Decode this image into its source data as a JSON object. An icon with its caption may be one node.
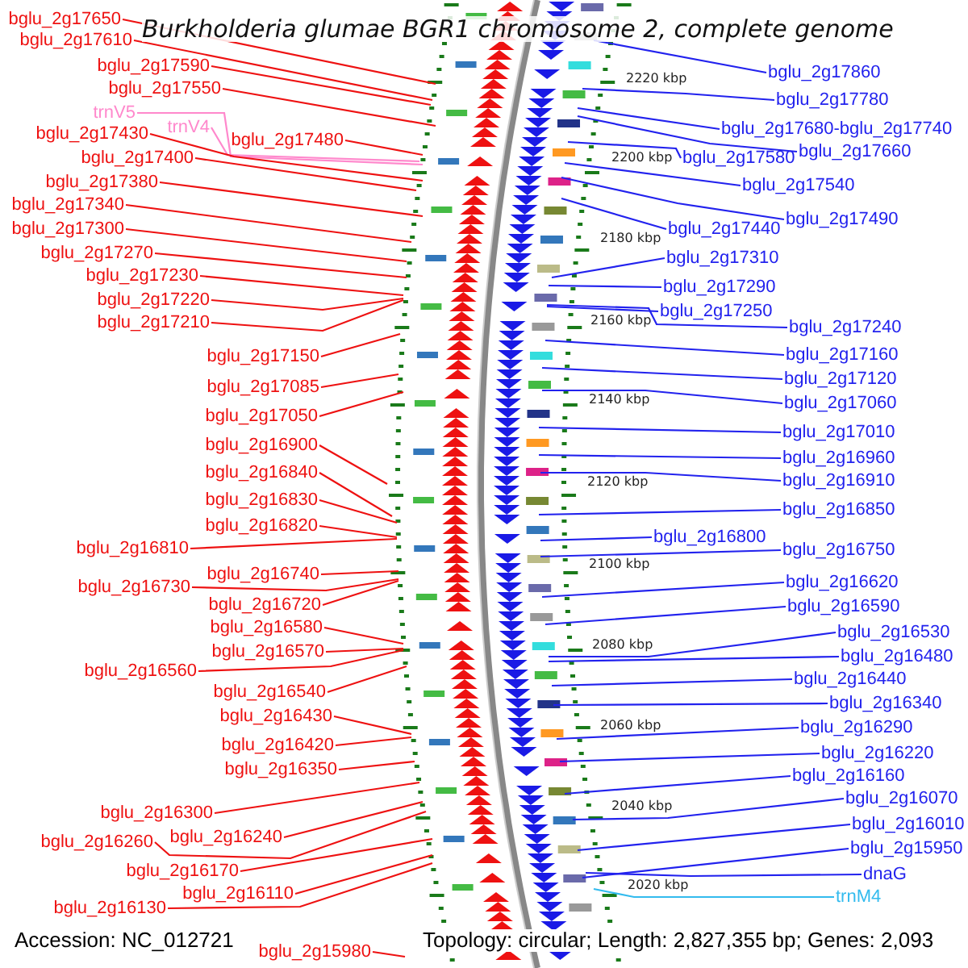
{
  "diagram": {
    "title": "Burkholderia glumae BGR1 chromosome 2, complete genome",
    "nodes": [
      {
        "text": [
          "bglu_2g17650"
        ]
      },
      {
        "text": [
          "bglu_2g17610"
        ]
      },
      {
        "text": [
          "bglu_2g17590"
        ]
      },
      {
        "text": [
          "bglu_2g17550"
        ]
      },
      {
        "text": [
          "trnV5"
        ]
      },
      {
        "text": [
          "trnV4"
        ]
      },
      {
        "text": [
          "bglu_2g17430"
        ]
      },
      {
        "text": [
          "bglu_2g17480"
        ]
      },
      {
        "text": [
          "bglu_2g17400"
        ]
      },
      {
        "text": [
          "bglu_2g17380"
        ]
      },
      {
        "text": [
          "bglu_2g17340"
        ]
      },
      {
        "text": [
          "bglu_2g17300"
        ]
      },
      {
        "text": [
          "bglu_2g17270"
        ]
      },
      {
        "text": [
          "bglu_2g17230"
        ]
      },
      {
        "text": [
          "bglu_2g17220"
        ]
      },
      {
        "text": [
          "bglu_2g17210"
        ]
      },
      {
        "text": [
          "bglu_2g17150"
        ]
      },
      {
        "text": [
          "bglu_2g17085"
        ]
      },
      {
        "text": [
          "bglu_2g17050"
        ]
      },
      {
        "text": [
          "bglu_2g16900"
        ]
      },
      {
        "text": [
          "bglu_2g16840"
        ]
      },
      {
        "text": [
          "bglu_2g16830"
        ]
      },
      {
        "text": [
          "bglu_2g16820"
        ]
      },
      {
        "text": [
          "bglu_2g16810"
        ]
      },
      {
        "text": [
          "bglu_2g16740"
        ]
      },
      {
        "text": [
          "bglu_2g16730"
        ]
      },
      {
        "text": [
          "bglu_2g16720"
        ]
      },
      {
        "text": [
          "bglu_2g16580"
        ]
      },
      {
        "text": [
          "bglu_2g16570"
        ]
      },
      {
        "text": [
          "bglu_2g16560"
        ]
      },
      {
        "text": [
          "bglu_2g16540"
        ]
      },
      {
        "text": [
          "bglu_2g16430"
        ]
      },
      {
        "text": [
          "bglu_2g16420"
        ]
      },
      {
        "text": [
          "bglu_2g16350"
        ]
      },
      {
        "text": [
          "bglu_2g16300"
        ]
      },
      {
        "text": [
          "bglu_2g16240"
        ]
      },
      {
        "text": [
          "bglu_2g16260"
        ]
      },
      {
        "text": [
          "bglu_2g16170"
        ]
      },
      {
        "text": [
          "bglu_2g16110"
        ]
      },
      {
        "text": [
          "bglu_2g16130"
        ]
      },
      {
        "text": [
          "bglu_2g15980"
        ]
      },
      {
        "text": [
          "bglu_2g17860"
        ]
      },
      {
        "text": [
          "bglu_2g17780"
        ]
      },
      {
        "text": [
          "bglu_2g17680-bglu_2g17740"
        ]
      },
      {
        "text": [
          "bglu_2g17660"
        ]
      },
      {
        "text": [
          "bglu_2g17580"
        ]
      },
      {
        "text": [
          "bglu_2g17540"
        ]
      },
      {
        "text": [
          "bglu_2g17490"
        ]
      },
      {
        "text": [
          "bglu_2g17440"
        ]
      },
      {
        "text": [
          "bglu_2g17310"
        ]
      },
      {
        "text": [
          "bglu_2g17290"
        ]
      },
      {
        "text": [
          "bglu_2g17250"
        ]
      },
      {
        "text": [
          "bglu_2g17240"
        ]
      },
      {
        "text": [
          "bglu_2g17160"
        ]
      },
      {
        "text": [
          "bglu_2g17120"
        ]
      },
      {
        "text": [
          "bglu_2g17060"
        ]
      },
      {
        "text": [
          "bglu_2g17010"
        ]
      },
      {
        "text": [
          "bglu_2g16960"
        ]
      },
      {
        "text": [
          "bglu_2g16910"
        ]
      },
      {
        "text": [
          "bglu_2g16850"
        ]
      },
      {
        "text": [
          "bglu_2g16800"
        ]
      },
      {
        "text": [
          "bglu_2g16750"
        ]
      },
      {
        "text": [
          "bglu_2g16620"
        ]
      },
      {
        "text": [
          "bglu_2g16590"
        ]
      },
      {
        "text": [
          "bglu_2g16530"
        ]
      },
      {
        "text": [
          "bglu_2g16480"
        ]
      },
      {
        "text": [
          "bglu_2g16440"
        ]
      },
      {
        "text": [
          "bglu_2g16340"
        ]
      },
      {
        "text": [
          "bglu_2g16290"
        ]
      },
      {
        "text": [
          "bglu_2g16220"
        ]
      },
      {
        "text": [
          "bglu_2g16160"
        ]
      },
      {
        "text": [
          "bglu_2g16070"
        ]
      },
      {
        "text": [
          "bglu_2g16010"
        ]
      },
      {
        "text": [
          "bglu_2g15950"
        ]
      },
      {
        "text": [
          "dnaG"
        ]
      },
      {
        "text": [
          "trnM4"
        ]
      }
    ],
    "edges": [
      {
        "from": 0,
        "to": null,
        "arrow": "none"
      },
      {
        "from": 1,
        "to": null,
        "arrow": "none"
      },
      {
        "from": 2,
        "to": null,
        "arrow": "none"
      },
      {
        "from": 3,
        "to": null,
        "arrow": "none"
      },
      {
        "from": 4,
        "to": null,
        "arrow": "none",
        "color": "#ff88cc"
      },
      {
        "from": 5,
        "to": null,
        "arrow": "none",
        "color": "#ff88cc"
      },
      {
        "from": 6,
        "to": null,
        "arrow": "none"
      },
      {
        "from": 7,
        "to": null,
        "arrow": "none"
      },
      {
        "from": 8,
        "to": null,
        "arrow": "none"
      },
      {
        "from": 9,
        "to": null,
        "arrow": "none"
      },
      {
        "from": 10,
        "to": null,
        "arrow": "none"
      },
      {
        "from": 11,
        "to": null,
        "arrow": "none"
      },
      {
        "from": 12,
        "to": null,
        "arrow": "none"
      },
      {
        "from": 13,
        "to": null,
        "arrow": "none"
      },
      {
        "from": 14,
        "to": null,
        "arrow": "none"
      },
      {
        "from": 15,
        "to": null,
        "arrow": "none"
      },
      {
        "from": 16,
        "to": null,
        "arrow": "none"
      },
      {
        "from": 17,
        "to": null,
        "arrow": "none"
      },
      {
        "from": 18,
        "to": null,
        "arrow": "none"
      },
      {
        "from": 19,
        "to": null,
        "arrow": "none"
      },
      {
        "from": 20,
        "to": null,
        "arrow": "none"
      },
      {
        "from": 21,
        "to": null,
        "arrow": "none"
      },
      {
        "from": 22,
        "to": null,
        "arrow": "none"
      },
      {
        "from": 23,
        "to": null,
        "arrow": "none"
      },
      {
        "from": 24,
        "to": null,
        "arrow": "none"
      },
      {
        "from": 25,
        "to": null,
        "arrow": "none"
      },
      {
        "from": 26,
        "to": null,
        "arrow": "none"
      },
      {
        "from": 27,
        "to": null,
        "arrow": "none"
      },
      {
        "from": 28,
        "to": null,
        "arrow": "none"
      },
      {
        "from": 29,
        "to": null,
        "arrow": "none"
      },
      {
        "from": 30,
        "to": null,
        "arrow": "none"
      },
      {
        "from": 31,
        "to": null,
        "arrow": "none"
      },
      {
        "from": 32,
        "to": null,
        "arrow": "none"
      },
      {
        "from": 33,
        "to": null,
        "arrow": "none"
      },
      {
        "from": 34,
        "to": null,
        "arrow": "none"
      },
      {
        "from": 35,
        "to": null,
        "arrow": "none"
      },
      {
        "from": 36,
        "to": null,
        "arrow": "none"
      },
      {
        "from": 37,
        "to": null,
        "arrow": "none"
      },
      {
        "from": 38,
        "to": null,
        "arrow": "none"
      },
      {
        "from": 39,
        "to": null,
        "arrow": "none"
      },
      {
        "from": 40,
        "to": null,
        "arrow": "none"
      },
      {
        "from": 41,
        "to": null,
        "arrow": "none",
        "color": "#2222ee"
      },
      {
        "from": 42,
        "to": null,
        "arrow": "none",
        "color": "#2222ee"
      },
      {
        "from": 43,
        "to": null,
        "arrow": "none",
        "color": "#2222ee"
      },
      {
        "from": 44,
        "to": null,
        "arrow": "none",
        "color": "#2222ee"
      },
      {
        "from": 45,
        "to": null,
        "arrow": "none",
        "color": "#2222ee"
      },
      {
        "from": 46,
        "to": null,
        "arrow": "none",
        "color": "#2222ee"
      },
      {
        "from": 47,
        "to": null,
        "arrow": "none",
        "color": "#2222ee"
      },
      {
        "from": 48,
        "to": null,
        "arrow": "none",
        "color": "#2222ee"
      },
      {
        "from": 49,
        "to": null,
        "arrow": "none",
        "color": "#2222ee"
      },
      {
        "from": 50,
        "to": null,
        "arrow": "none",
        "color": "#2222ee"
      },
      {
        "from": 51,
        "to": null,
        "arrow": "none",
        "color": "#2222ee"
      },
      {
        "from": 52,
        "to": null,
        "arrow": "none",
        "color": "#2222ee"
      },
      {
        "from": 53,
        "to": null,
        "arrow": "none",
        "color": "#2222ee"
      },
      {
        "from": 54,
        "to": null,
        "arrow": "none",
        "color": "#2222ee"
      },
      {
        "from": 55,
        "to": null,
        "arrow": "none",
        "color": "#2222ee"
      },
      {
        "from": 56,
        "to": null,
        "arrow": "none",
        "color": "#2222ee"
      },
      {
        "from": 57,
        "to": null,
        "arrow": "none",
        "color": "#2222ee"
      },
      {
        "from": 58,
        "to": null,
        "arrow": "none",
        "color": "#2222ee"
      },
      {
        "from": 59,
        "to": null,
        "arrow": "none",
        "color": "#2222ee"
      },
      {
        "from": 60,
        "to": null,
        "arrow": "none",
        "color": "#2222ee"
      },
      {
        "from": 61,
        "to": null,
        "arrow": "none",
        "color": "#2222ee"
      },
      {
        "from": 62,
        "to": null,
        "arrow": "none",
        "color": "#2222ee"
      },
      {
        "from": 63,
        "to": null,
        "arrow": "none",
        "color": "#2222ee"
      },
      {
        "from": 64,
        "to": null,
        "arrow": "none",
        "color": "#2222ee"
      },
      {
        "from": 65,
        "to": null,
        "arrow": "none",
        "color": "#2222ee"
      },
      {
        "from": 66,
        "to": null,
        "arrow": "none",
        "color": "#2222ee"
      },
      {
        "from": 67,
        "to": null,
        "arrow": "none",
        "color": "#2222ee"
      },
      {
        "from": 68,
        "to": null,
        "arrow": "none",
        "color": "#2222ee"
      },
      {
        "from": 69,
        "to": null,
        "arrow": "none",
        "color": "#2222ee"
      },
      {
        "from": 70,
        "to": null,
        "arrow": "none",
        "color": "#2222ee"
      },
      {
        "from": 71,
        "to": null,
        "arrow": "none",
        "color": "#2222ee"
      },
      {
        "from": 72,
        "to": null,
        "arrow": "none",
        "color": "#2222ee"
      },
      {
        "from": 73,
        "to": null,
        "arrow": "none",
        "color": "#2222ee"
      },
      {
        "from": 74,
        "to": null,
        "arrow": "none",
        "color": "#2222ee"
      },
      {
        "from": 75,
        "to": null,
        "arrow": "none",
        "color": "#33bbee"
      }
    ],
    "labels": [
      "2220 kbp",
      "2200 kbp",
      "2180 kbp",
      "2160 kbp",
      "2140 kbp",
      "2120 kbp",
      "2100 kbp",
      "2080 kbp",
      "2060 kbp",
      "2040 kbp",
      "2020 kbp",
      "Accession: NC_012721",
      "Topology: circular; Length: 2,827,355 bp; Genes: 2,093"
    ]
  }
}
